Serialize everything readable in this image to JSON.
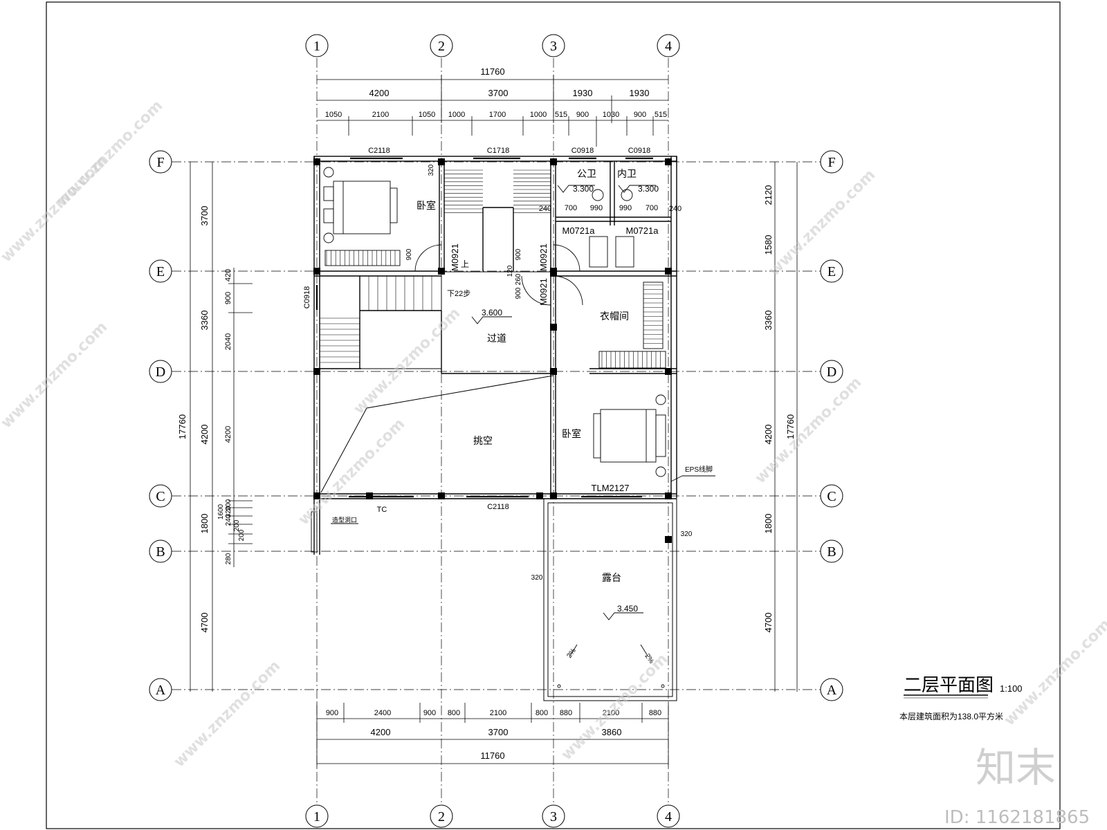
{
  "axes_h": [
    "1",
    "2",
    "3",
    "4"
  ],
  "axes_v": [
    "F",
    "E",
    "D",
    "C",
    "B",
    "A"
  ],
  "dims": {
    "top_total": "11760",
    "top_mid": [
      "4200",
      "3700",
      "1930",
      "1930"
    ],
    "top_small": [
      "1050",
      "2100",
      "1050",
      "1000",
      "1700",
      "1000",
      "515",
      "900",
      "1030",
      "900",
      "515"
    ],
    "bottom_small": [
      "900",
      "2400",
      "900",
      "800",
      "2100",
      "800",
      "880",
      "2100",
      "880"
    ],
    "bottom_mid": [
      "4200",
      "3700",
      "3860"
    ],
    "bottom_total": "11760",
    "left_total": "17760",
    "left_mid": [
      "3700",
      "3360",
      "4200",
      "1800",
      "4700"
    ],
    "left_inner": [
      "420",
      "900",
      "2040",
      "4200"
    ],
    "left_stack": [
      "1600",
      "200",
      "240",
      "320",
      "200",
      "200",
      "280"
    ],
    "right_mid": [
      "2120",
      "1580",
      "3360",
      "4200",
      "1800",
      "4700"
    ],
    "right_total": "17760",
    "misc": [
      "320",
      "240",
      "240",
      "700",
      "990",
      "990",
      "700",
      "900",
      "900",
      "120",
      "260",
      "900",
      "320",
      "320",
      "320"
    ]
  },
  "rooms": {
    "bedroom1": "卧室",
    "public_wc": "公卫",
    "private_wc": "内卫",
    "corridor": "过道",
    "wardrobe": "衣帽间",
    "void": "挑空",
    "bedroom2": "卧室",
    "terrace": "露台"
  },
  "elev": {
    "wc1": "3.300",
    "wc2": "3.300",
    "corridor": "3.600",
    "terrace": "3.450"
  },
  "labels": {
    "c2118_top": "C2118",
    "c1718": "C1718",
    "c0918_a": "C0918",
    "c0918_b": "C0918",
    "c0918_side": "C0918",
    "m0721a": "M0721a",
    "m0721b": "M0721a",
    "m0921_a": "M0921",
    "m0921_b": "M0921",
    "m0921_c": "M0921",
    "up": "上",
    "down": "下22步",
    "tc": "TC",
    "c2118_bot": "C2118",
    "tlm": "TLM2127",
    "eps": "EPS线脚",
    "opening": "造型洞口",
    "slope1": "2%",
    "slope2": "2%"
  },
  "title": {
    "name": "二层平面图",
    "scale": "1:100",
    "area": "本层建筑面积为138.0平方米"
  },
  "watermark": {
    "site": "www.znzmo.com",
    "brand": "知末",
    "id": "ID: 1162181865"
  }
}
